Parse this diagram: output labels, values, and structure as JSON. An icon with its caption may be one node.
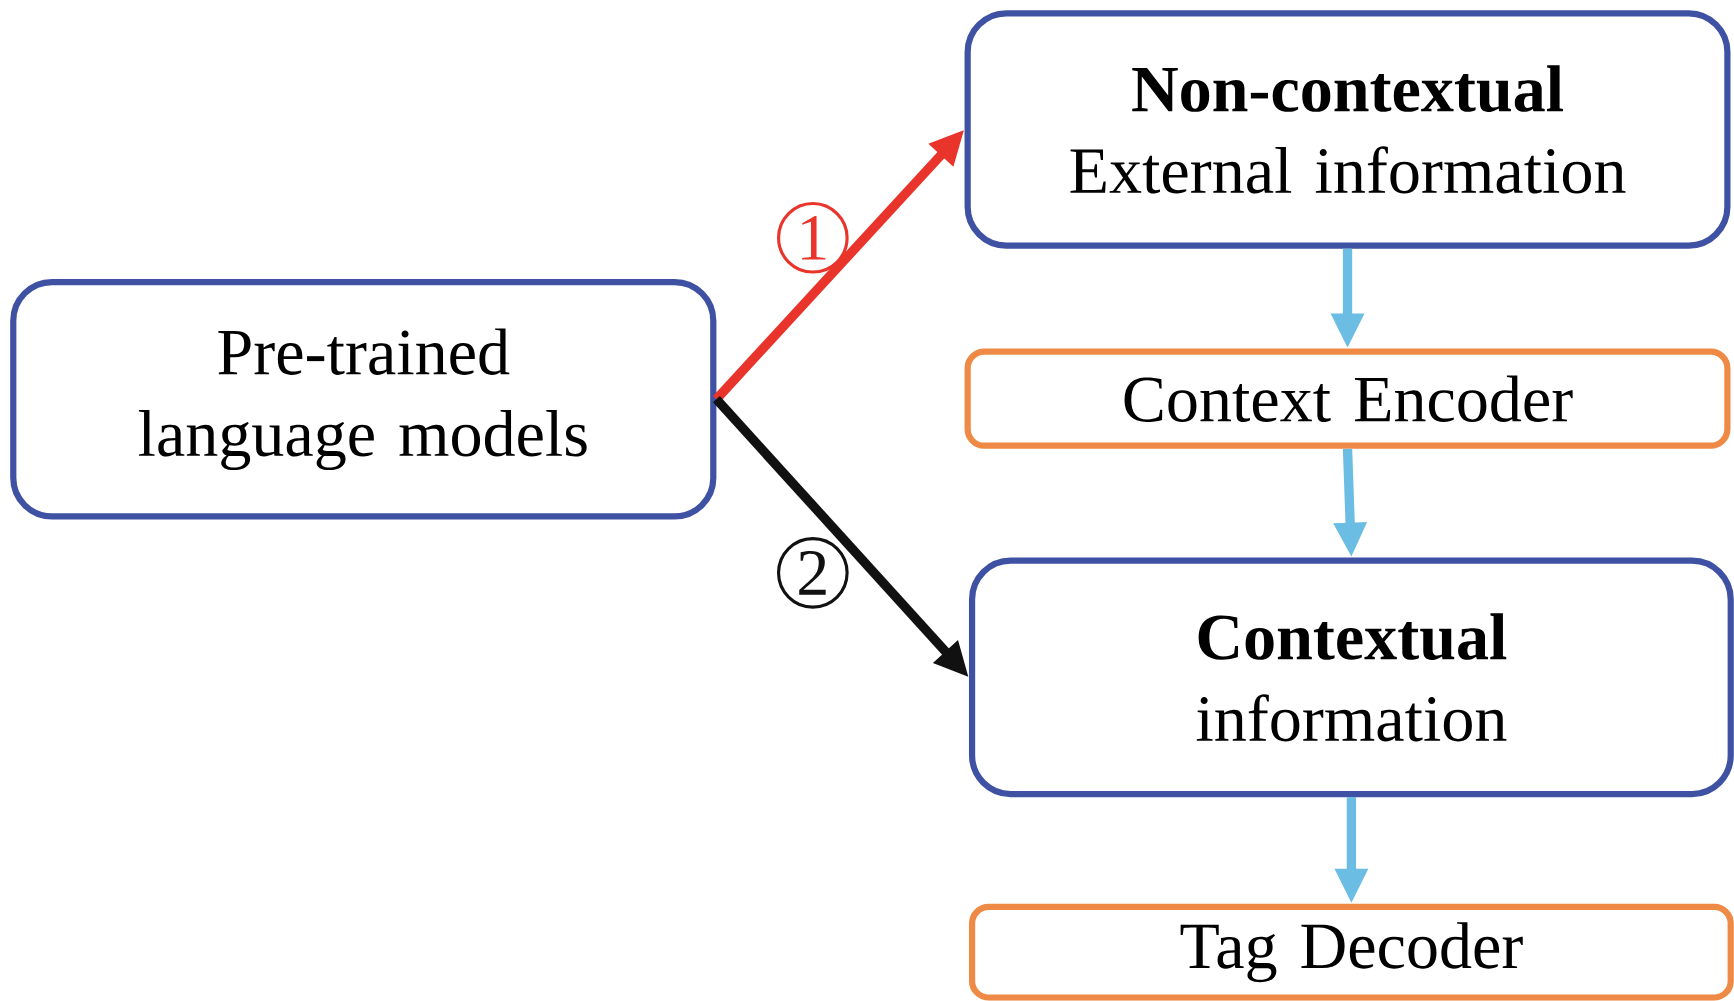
{
  "diagram": {
    "nodes": [
      {
        "text": [
          "Pre-trained language models"
        ]
      },
      {
        "text": [
          "Non-contextual",
          "External information"
        ]
      },
      {
        "text": [
          "Context Encoder"
        ]
      },
      {
        "text": [
          "Contextual",
          "information"
        ]
      },
      {
        "text": [
          "Tag Decoder"
        ]
      }
    ],
    "edges": [
      {
        "from": 0,
        "to": 1,
        "arrow": "to",
        "label": "1",
        "color": "#e8342a"
      },
      {
        "from": 0,
        "to": 3,
        "arrow": "to",
        "label": "2",
        "color": "#111111"
      },
      {
        "from": 1,
        "to": 2,
        "arrow": "to"
      },
      {
        "from": 2,
        "to": 3,
        "arrow": "to"
      },
      {
        "from": 3,
        "to": 4,
        "arrow": "to"
      }
    ]
  }
}
